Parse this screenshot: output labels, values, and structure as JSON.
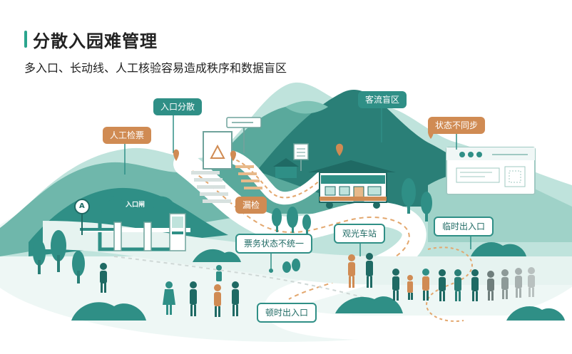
{
  "header": {
    "title": "分散入园难管理",
    "subtitle": "多入口、长动线、人工核验容易造成秩序和数据盲区"
  },
  "labels": {
    "entrance_split": "入口分散",
    "manual_ticket": "人工检票",
    "visitor_blind": "客流盲区",
    "status_unsync": "状态不同步",
    "missed_check": "漏检",
    "shuttle_station": "观光车站",
    "temp_entrance": "临时出入口",
    "ticket_status_mismatch": "票务状态不统一",
    "ad_hoc_entrance": "顿时出入口"
  },
  "gate": {
    "sign": "入口闸",
    "marker": "A"
  },
  "icons": {
    "map_pin": "map-pin-icon",
    "warning": "warning-triangle-icon",
    "person": "person-icon",
    "tree": "tree-icon",
    "bus": "bus-icon"
  },
  "colors": {
    "teal": "#2f8f86",
    "orange": "#d08b53",
    "dark_teal": "#1f6a64",
    "mint": "#bfe3dc"
  }
}
